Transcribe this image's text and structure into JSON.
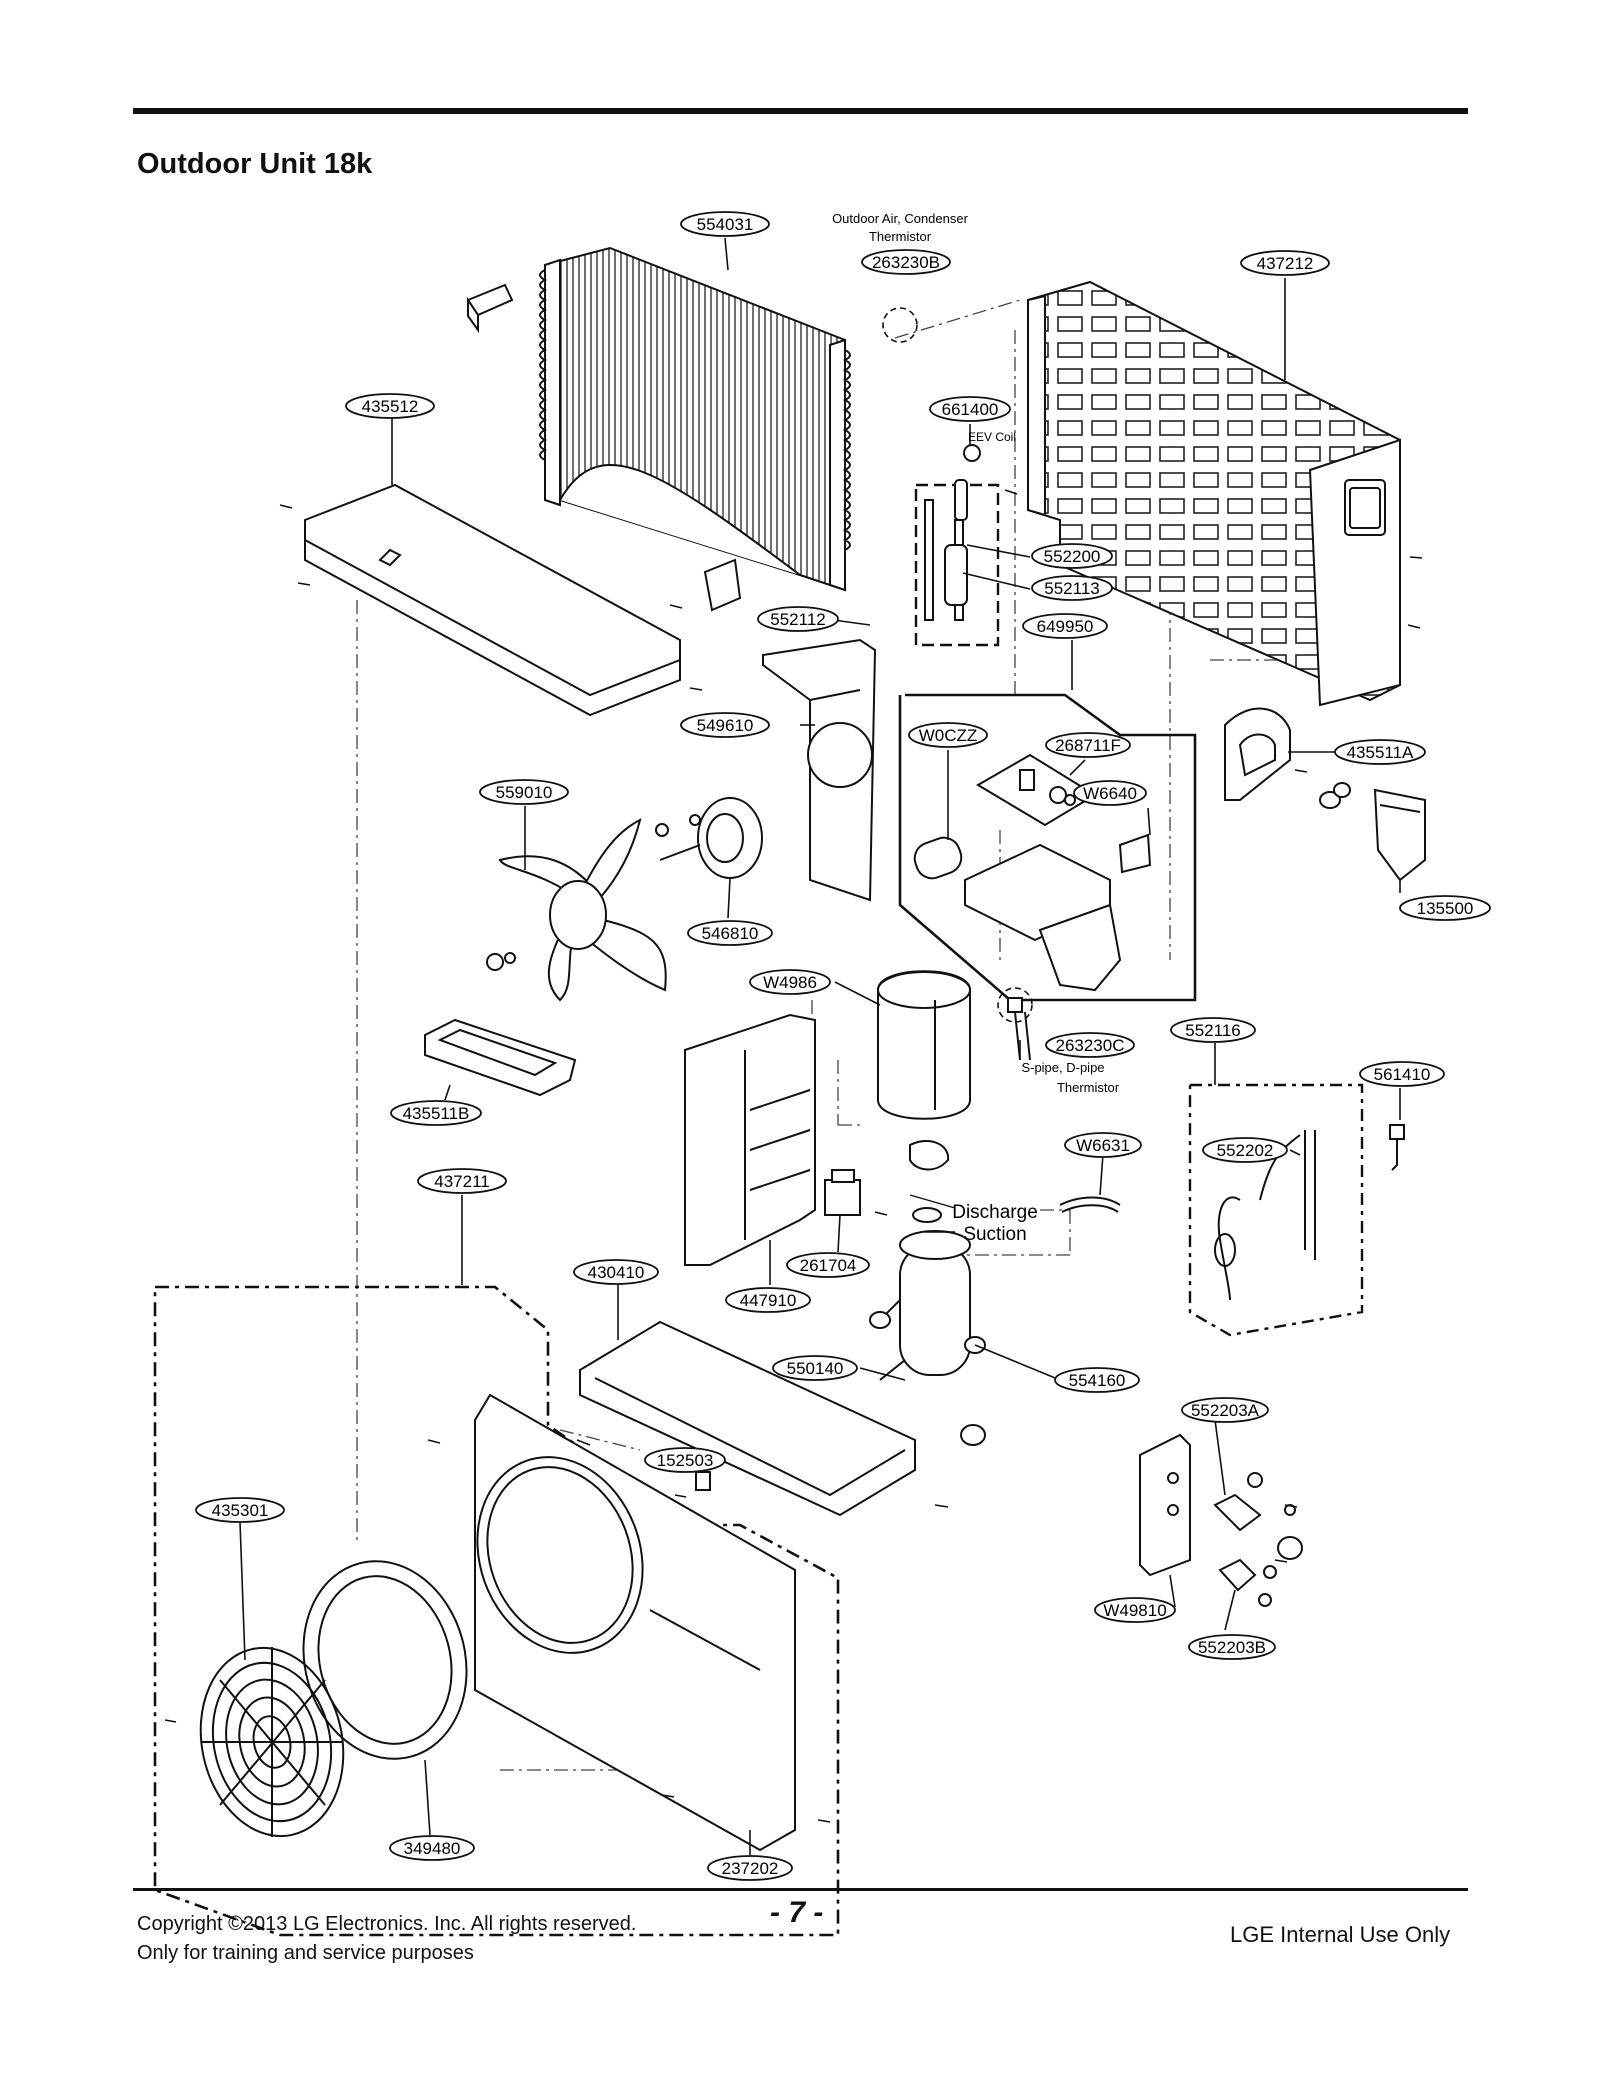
{
  "page": {
    "title": "Outdoor Unit 18k",
    "page_number": "- 7 -",
    "footer_left_line1": "Copyright ©2013 LG Electronics. Inc. All rights reserved.",
    "footer_left_line2": "Only for training and service purposes",
    "footer_right": "LGE Internal Use Only"
  },
  "callouts": [
    {
      "id": "c554031",
      "code": "554031"
    },
    {
      "id": "c263230B",
      "code": "263230B"
    },
    {
      "id": "c437212",
      "code": "437212"
    },
    {
      "id": "c435512",
      "code": "435512"
    },
    {
      "id": "c661400",
      "code": "661400"
    },
    {
      "id": "c552200",
      "code": "552200"
    },
    {
      "id": "c552113",
      "code": "552113"
    },
    {
      "id": "c552112",
      "code": "552112"
    },
    {
      "id": "c649950",
      "code": "649950"
    },
    {
      "id": "c549610",
      "code": "549610"
    },
    {
      "id": "cW0CZZ",
      "code": "W0CZZ"
    },
    {
      "id": "c268711F",
      "code": "268711F"
    },
    {
      "id": "c435511A",
      "code": "435511A"
    },
    {
      "id": "c559010",
      "code": "559010"
    },
    {
      "id": "cW6640",
      "code": "W6640"
    },
    {
      "id": "c135500",
      "code": "135500"
    },
    {
      "id": "c546810",
      "code": "546810"
    },
    {
      "id": "cW4986",
      "code": "W4986"
    },
    {
      "id": "c552116",
      "code": "552116"
    },
    {
      "id": "c263230C",
      "code": "263230C"
    },
    {
      "id": "c561410",
      "code": "561410"
    },
    {
      "id": "c435511B",
      "code": "435511B"
    },
    {
      "id": "cW6631",
      "code": "W6631"
    },
    {
      "id": "c552202",
      "code": "552202"
    },
    {
      "id": "c437211",
      "code": "437211"
    },
    {
      "id": "c261704",
      "code": "261704"
    },
    {
      "id": "c430410",
      "code": "430410"
    },
    {
      "id": "c447910",
      "code": "447910"
    },
    {
      "id": "c550140",
      "code": "550140"
    },
    {
      "id": "c554160",
      "code": "554160"
    },
    {
      "id": "c552203A",
      "code": "552203A"
    },
    {
      "id": "c152503",
      "code": "152503"
    },
    {
      "id": "c435301",
      "code": "435301"
    },
    {
      "id": "cW49810",
      "code": "W49810"
    },
    {
      "id": "c552203B",
      "code": "552203B"
    },
    {
      "id": "c349480",
      "code": "349480"
    },
    {
      "id": "c237202",
      "code": "237202"
    }
  ],
  "annotations": {
    "outdoor_air_line1": "Outdoor Air, Condenser",
    "outdoor_air_line2": "Thermistor",
    "eev_coil": "EEV Coil",
    "spipe_line1": "S-pipe, D-pipe",
    "spipe_line2": "Thermistor",
    "discharge": "Discharge",
    "suction": "Suction"
  }
}
